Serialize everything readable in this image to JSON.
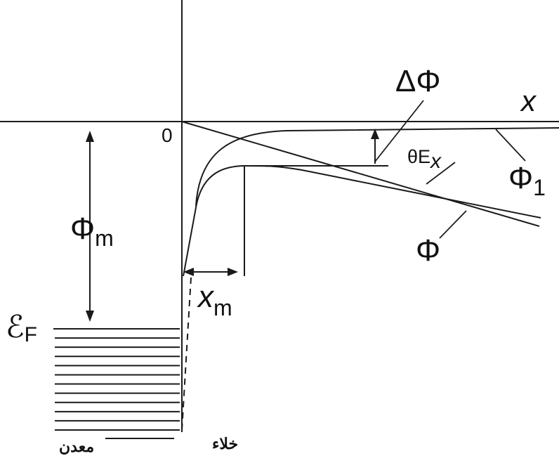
{
  "labels": {
    "x_axis": "x",
    "origin": "0",
    "delta_phi": "ΔΦ",
    "theta_e": "θE",
    "theta_e_sub": "x",
    "phi_1": "Φ",
    "phi_1_sub": "1",
    "phi": "Φ",
    "phi_m": "Φ",
    "phi_m_sub": "m",
    "x_m": "x",
    "x_m_sub": "m",
    "fermi": "ℰ",
    "fermi_sub": "F",
    "metal": "معدن",
    "vacuum": "خلاء"
  },
  "fermi_levels": {
    "count": 12
  }
}
